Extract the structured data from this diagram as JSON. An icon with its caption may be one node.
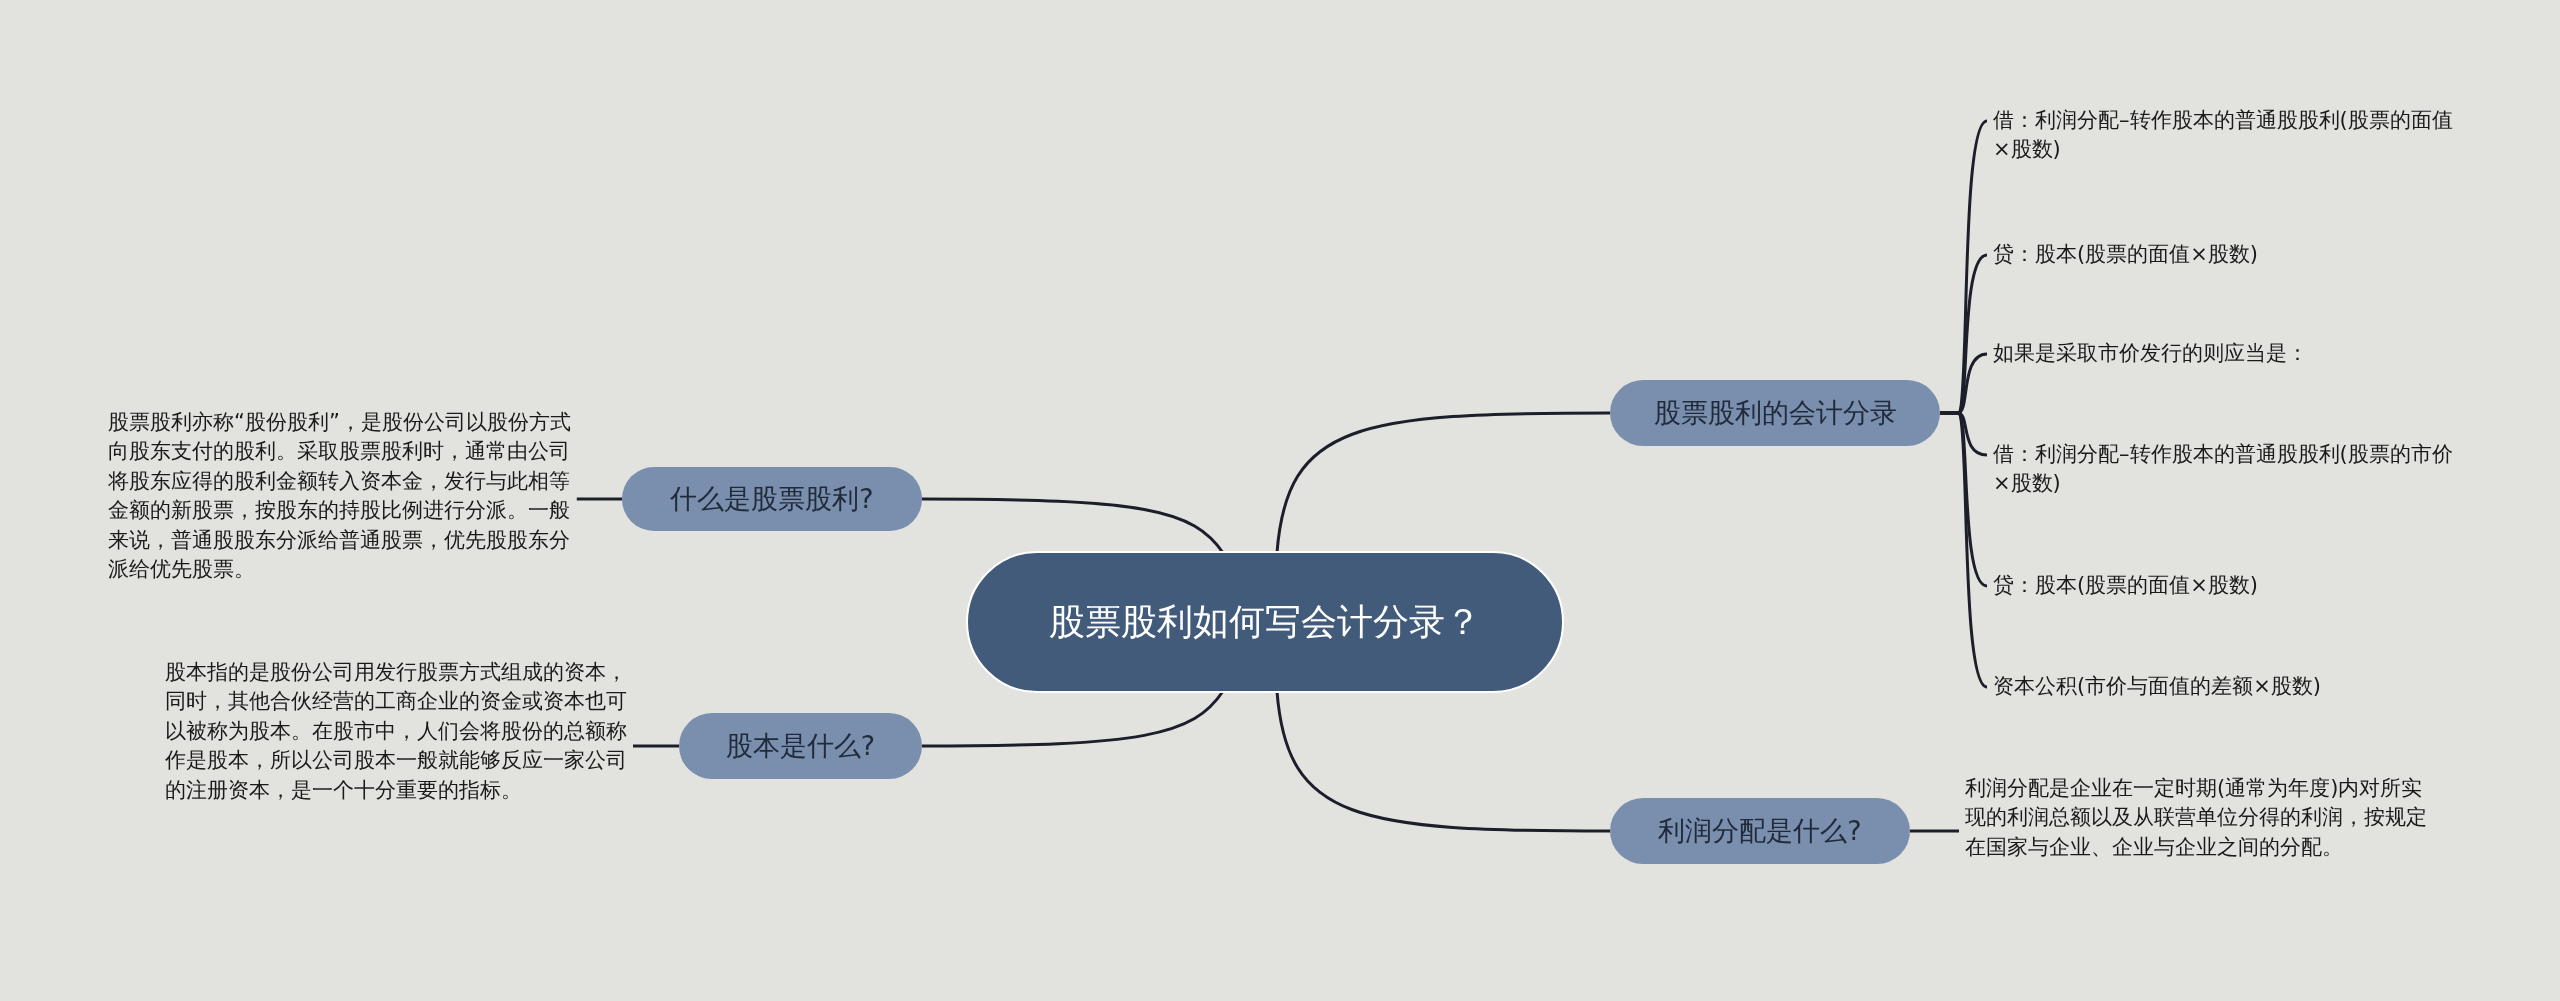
{
  "diagram": {
    "nodes": [
      {
        "text": [
          "股票股利如何写会计分录？"
        ]
      },
      {
        "text": [
          "股票股利的会计分录"
        ]
      },
      {
        "text": [
          "借：利润分配–转作股本的普通股股利(股票的面值×股数)"
        ]
      },
      {
        "text": [
          "贷：股本(股票的面值×股数)"
        ]
      },
      {
        "text": [
          "如果是采取市价发行的则应当是："
        ]
      },
      {
        "text": [
          "借：利润分配–转作股本的普通股股利(股票的市价×股数)"
        ]
      },
      {
        "text": [
          "贷：股本(股票的面值×股数)"
        ]
      },
      {
        "text": [
          "资本公积(市价与面值的差额×股数)"
        ]
      },
      {
        "text": [
          "什么是股票股利?"
        ]
      },
      {
        "text": [
          "股票股利亦称“股份股利”，是股份公司以股份方式向股东支付的股利。采取股票股利时，通常由公司将股东应得的股利金额转入资本金，发行与此相等金额的新股票，按股东的持股比例进行分派。一般来说，普通股股东分派给普通股票，优先股股东分派给优先股票。"
        ]
      },
      {
        "text": [
          "股本是什么?"
        ]
      },
      {
        "text": [
          "股本指的是股份公司用发行股票方式组成的资本，同时，其他合伙经营的工商企业的资金或资本也可以被称为股本。在股市中，人们会将股份的总额称作是股本，所以公司股本一般就能够反应一家公司的注册资本，是一个十分重要的指标。"
        ]
      },
      {
        "text": [
          "利润分配是什么?"
        ]
      },
      {
        "text": [
          "利润分配是企业在一定时期(通常为年度)内对所实现的利润总额以及从联营单位分得的利润，按规定在国家与企业、企业与企业之间的分配。"
        ]
      }
    ],
    "edges": [
      {
        "from": 0,
        "to": 1,
        "arrow": "none"
      },
      {
        "from": 1,
        "to": 2,
        "arrow": "none"
      },
      {
        "from": 1,
        "to": 3,
        "arrow": "none"
      },
      {
        "from": 1,
        "to": 4,
        "arrow": "none"
      },
      {
        "from": 1,
        "to": 5,
        "arrow": "none"
      },
      {
        "from": 1,
        "to": 6,
        "arrow": "none"
      },
      {
        "from": 1,
        "to": 7,
        "arrow": "none"
      },
      {
        "from": 0,
        "to": 8,
        "arrow": "none"
      },
      {
        "from": 8,
        "to": 9,
        "arrow": "none"
      },
      {
        "from": 0,
        "to": 10,
        "arrow": "none"
      },
      {
        "from": 10,
        "to": 11,
        "arrow": "none"
      },
      {
        "from": 0,
        "to": 12,
        "arrow": "none"
      },
      {
        "from": 12,
        "to": 13,
        "arrow": "none"
      }
    ]
  }
}
